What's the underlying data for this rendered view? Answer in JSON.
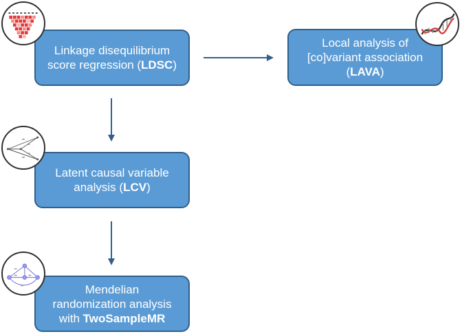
{
  "boxes": {
    "ldsc": {
      "line1": "Linkage disequilibrium",
      "line2_pre": "score regression (",
      "abbr": "LDSC",
      "line2_post": ")"
    },
    "lava": {
      "line1": "Local analysis of",
      "line2": "[co]variant association",
      "line3_pre": "(",
      "abbr": "LAVA",
      "line3_post": ")"
    },
    "lcv": {
      "line1": "Latent causal variable",
      "line2_pre": "analysis (",
      "abbr": "LCV",
      "line2_post": ")"
    },
    "mr": {
      "line1": "Mendelian",
      "line2": "randomization analysis",
      "line3_pre": "with ",
      "abbr": "TwoSampleMR"
    }
  },
  "icons": {
    "ldsc": "ld-heatmap-icon",
    "lava": "dna-icon",
    "lcv": "causal-graph-icon",
    "mr": "network-graph-icon"
  },
  "colors": {
    "box_fill": "#5b9bd5",
    "box_border": "#2f5f8a",
    "arrow": "#2f5f8a",
    "ld_red": "#e03a3a"
  }
}
